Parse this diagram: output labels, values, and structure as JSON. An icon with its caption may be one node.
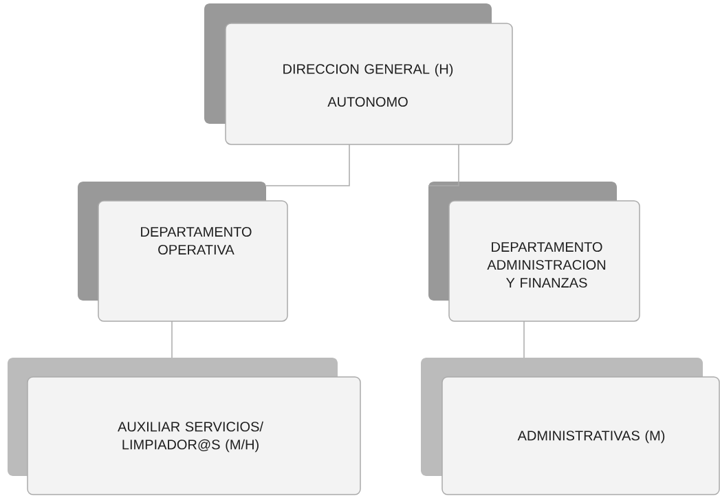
{
  "diagram": {
    "nodes": [
      {
        "text": [
          "DIRECCION GENERAL (H)",
          "AUTONOMO"
        ]
      },
      {
        "text": [
          "DEPARTAMENTO OPERATIVA"
        ]
      },
      {
        "text": [
          "DEPARTAMENTO ADMINISTRACION Y FINANZAS"
        ]
      },
      {
        "text": [
          "AUXILIAR SERVICIOS/ LIMPIADOR@S (M/H)"
        ]
      },
      {
        "text": [
          "ADMINISTRATIVAS (M)"
        ]
      }
    ],
    "edges": [
      {
        "from": 0,
        "to": 1,
        "arrow": "none"
      },
      {
        "from": 0,
        "to": 2,
        "arrow": "none"
      },
      {
        "from": 1,
        "to": 3,
        "arrow": "none"
      },
      {
        "from": 2,
        "to": 4,
        "arrow": "none"
      }
    ]
  }
}
